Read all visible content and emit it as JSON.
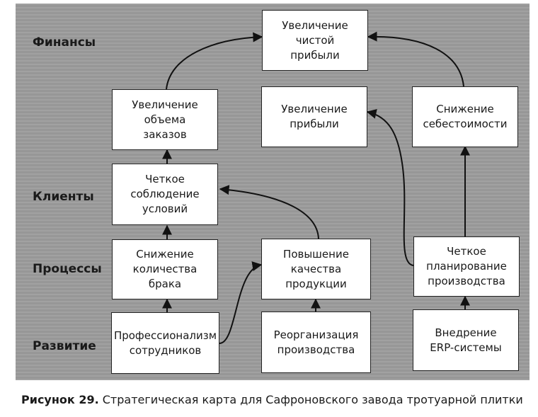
{
  "lanes": {
    "finance": "Финансы",
    "clients": "Клиенты",
    "processes": "Процессы",
    "development": "Развитие"
  },
  "boxes": {
    "net_profit": "Увеличение\nчистой\nприбыли",
    "order_volume": "Увеличение\nобъема\nзаказов",
    "profit": "Увеличение\nприбыли",
    "cost_reduction": "Снижение\nсебестоимости",
    "terms_compliance": "Четкое\nсоблюдение\nусловий",
    "defect_reduction": "Снижение\nколичества\nбрака",
    "quality": "Повышение\nкачества\nпродукции",
    "planning": "Четкое\nпланирование\nпроизводства",
    "professionalism": "Профессионализм\nсотрудников",
    "reorganization": "Реорганизация\nпроизводства",
    "erp": "Внедрение\nERP-системы"
  },
  "caption": {
    "label": "Рисунок 29.",
    "text": " Стратегическая карта для Сафроновского завода тротуарной плитки"
  }
}
